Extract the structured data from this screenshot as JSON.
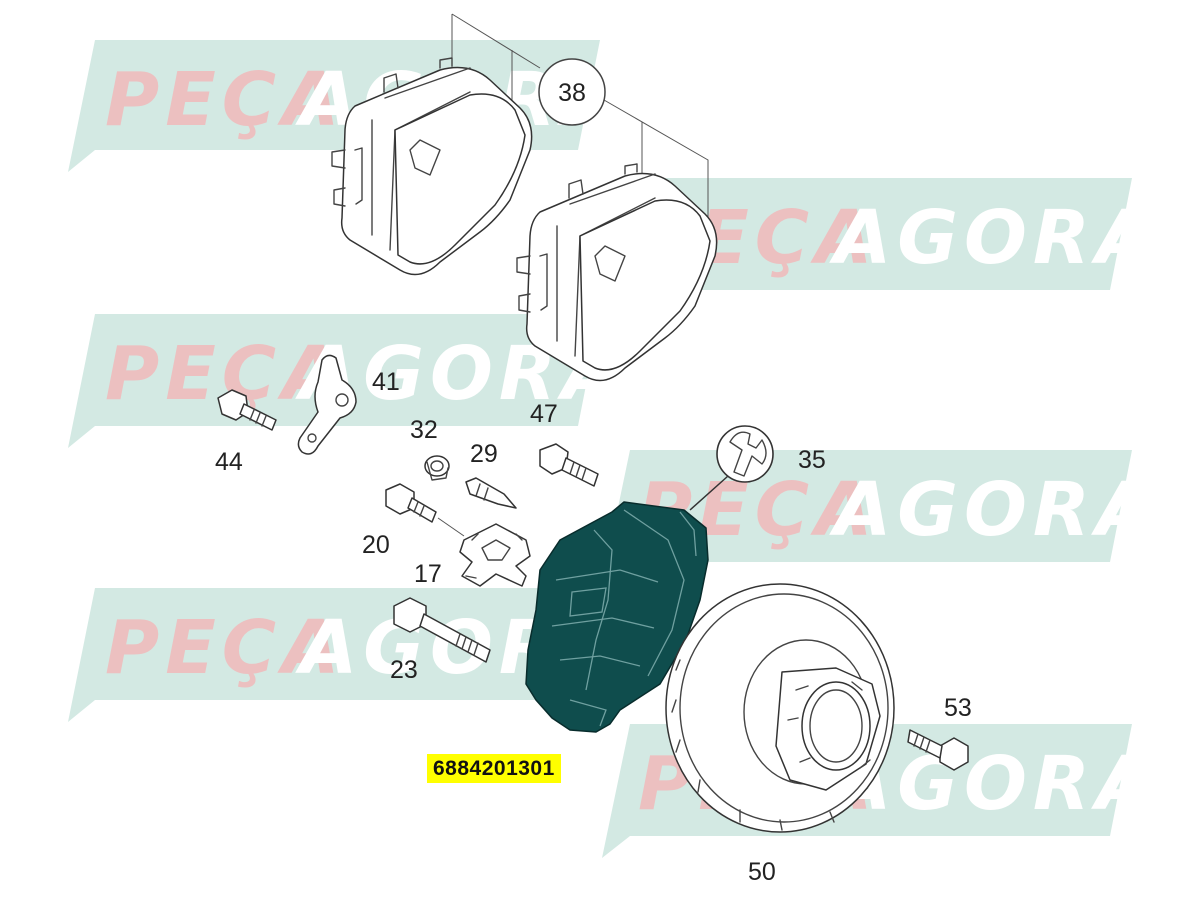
{
  "watermark": {
    "text_red": "PEÇA",
    "text_white": "AGORA",
    "band_color": "#cfe6e0",
    "red_color": "#e8b8b8"
  },
  "callouts": {
    "c38": "38",
    "c41": "41",
    "c44": "44",
    "c32": "32",
    "c29": "29",
    "c47": "47",
    "c35": "35",
    "c20": "20",
    "c17": "17",
    "c23": "23",
    "c53": "53",
    "c50": "50"
  },
  "part_number": "6884201301",
  "colors": {
    "caliper": "#0f4d4d",
    "highlight": "#ffff00"
  }
}
